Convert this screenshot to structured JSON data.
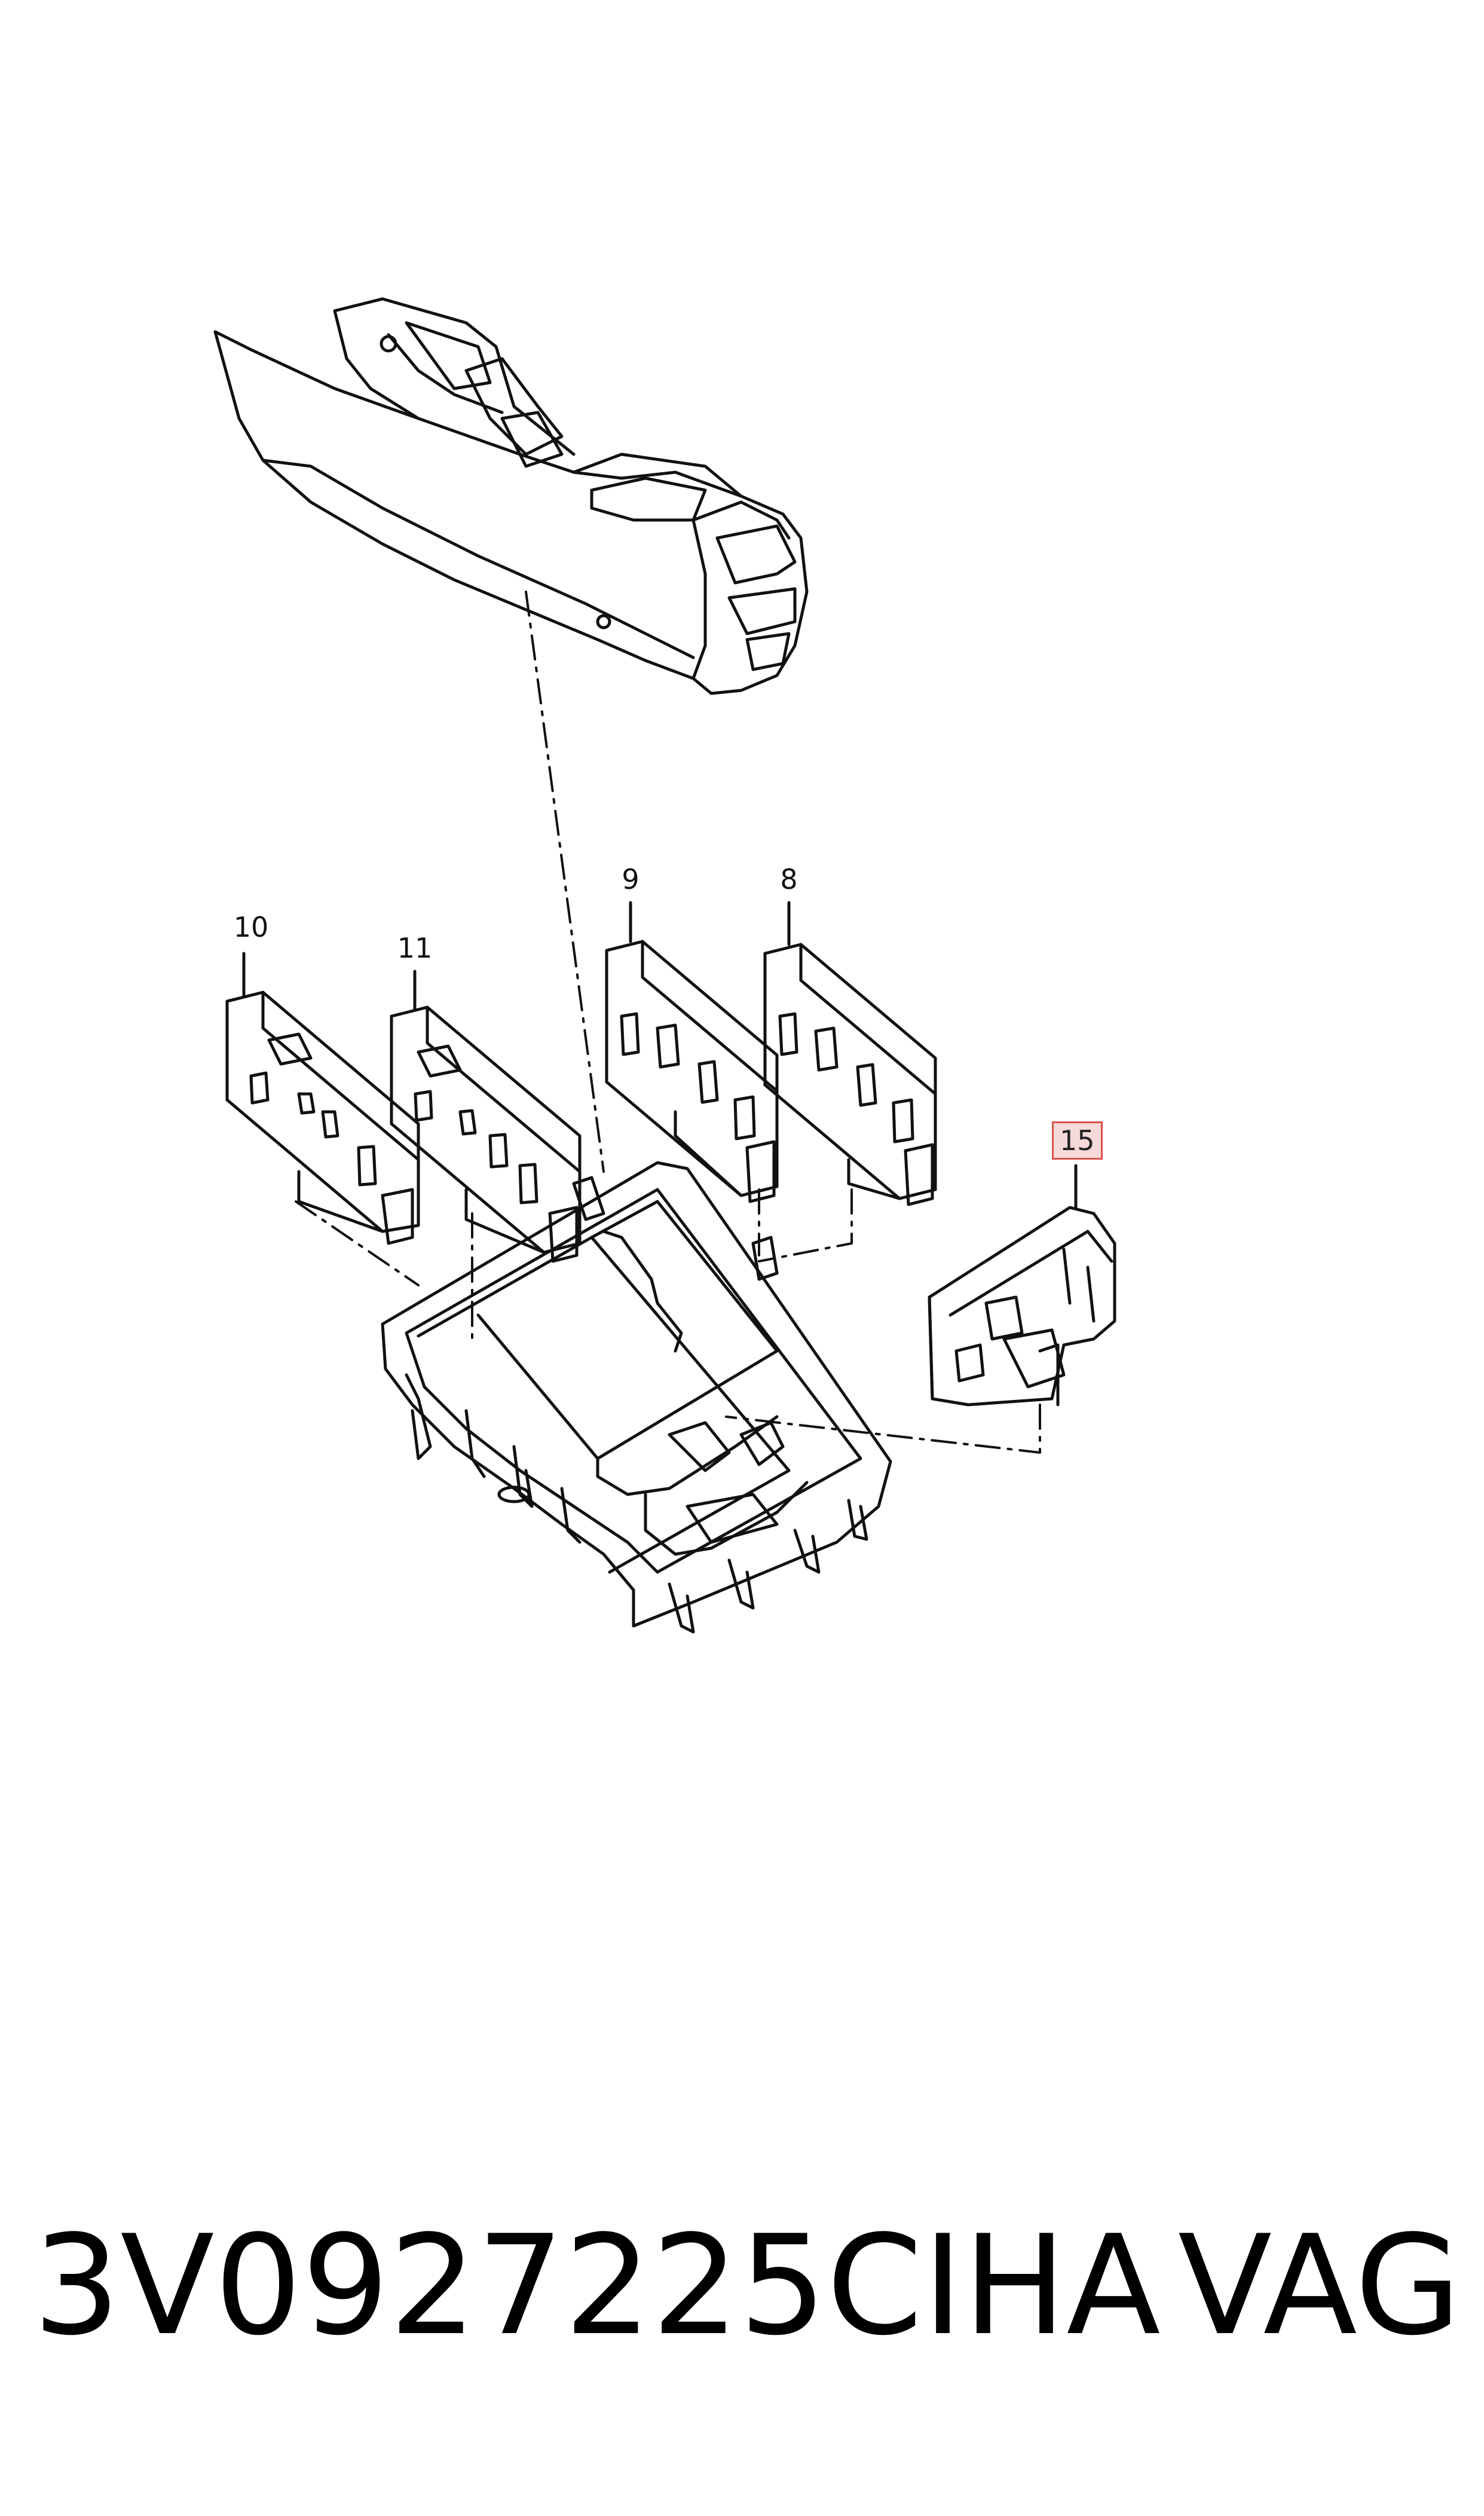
{
  "callouts": {
    "c10": "10",
    "c11": "11",
    "c9": "9",
    "c8": "8",
    "c15": "15"
  },
  "footer": {
    "part_number": "3V0927225CIHA",
    "brand": "VAG"
  },
  "colors": {
    "line": "#111111",
    "highlight_border": "#d9534f",
    "highlight_fill": "#f6d9d9"
  }
}
